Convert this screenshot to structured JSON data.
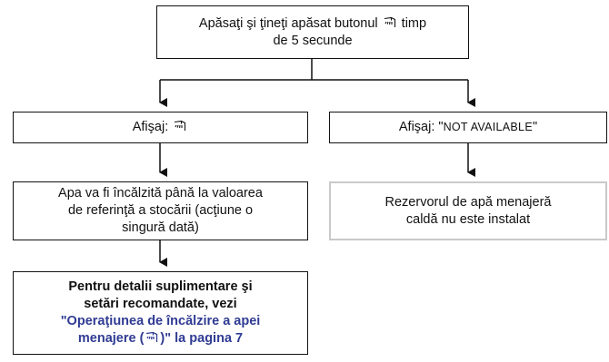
{
  "nodes": {
    "start": {
      "text_line1_pre": "Apăsaţi şi ţineţi apăsat butonul",
      "icon": "hot-water-tap-icon",
      "text_line1_post": "timp",
      "text_line2": "de 5 secunde"
    },
    "display_icon": {
      "text": "Afişaj:",
      "icon": "hot-water-tap-icon"
    },
    "display_not_available": {
      "text": "Afişaj: \"",
      "value": "NOT AVAILABLE",
      "suffix": "\""
    },
    "heat_water": {
      "text_line1": "Apa va fi încălzită până la valoarea",
      "text_line2": "de referinţă a stocării (acţiune o",
      "text_line3": "singură dată)"
    },
    "tank_not_installed": {
      "text_line1": "Rezervorul de apă menajeră",
      "text_line2": "caldă nu este instalat"
    },
    "more_details": {
      "text_line1": "Pentru detalii suplimentare şi",
      "text_line2": "setări recomandate, vezi",
      "link_line1": "\"Operaţiunea de încălzire a apei",
      "link_line2_pre": "menajere (",
      "link_icon": "hot-water-tap-icon",
      "link_line2_post": ")\" la pagina 7"
    }
  },
  "colors": {
    "border_dark": "#111111",
    "border_grey": "#c9c9c9",
    "link": "#2f3b93"
  }
}
